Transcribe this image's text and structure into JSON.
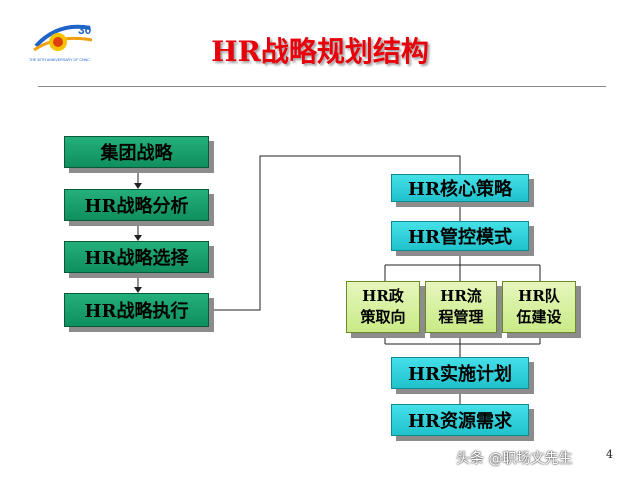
{
  "title": "HR战略规划结构",
  "left_chain": [
    "集团战略",
    "HR战略分析",
    "HR战略选择",
    "HR战略执行"
  ],
  "right_top": [
    "HR核心策略",
    "HR管控模式"
  ],
  "middle_row": [
    {
      "line1": "HR政",
      "line2": "策取向"
    },
    {
      "line1": "HR流",
      "line2": "程管理"
    },
    {
      "line1": "HR队",
      "line2": "伍建设"
    }
  ],
  "right_bottom": [
    "HR实施计划",
    "HR资源需求"
  ],
  "page_number": "4",
  "watermark": "头条 @职场文先生",
  "logo_caption": "THE 30TH ANNIVERSARY OF CNNC",
  "colors": {
    "title": "#e8000b",
    "left_boxes": "#1a9f6c",
    "right_boxes": "#2fd3dc",
    "middle_boxes": "#d8f1a3"
  }
}
